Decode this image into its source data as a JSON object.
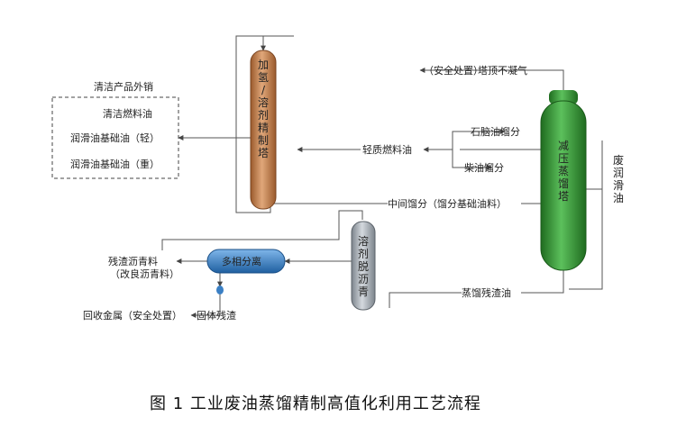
{
  "caption": "图 1 工业废油蒸馏精制高值化利用工艺流程",
  "labels": {
    "feed": "废润滑油",
    "top_gas": "塔顶不凝气",
    "safety_1": "（安全处置）",
    "naphtha": "石脑油馏分",
    "diesel": "柴油馏分",
    "light_fuel": "轻质燃料油",
    "mid_fraction": "中间馏分（馏分基础油料）",
    "residue": "蒸馏残渣油",
    "products_title": "清洁产品外销",
    "prod_fuel": "清洁燃料油",
    "prod_base_light": "润滑油基础油（轻）",
    "prod_base_heavy": "润滑油基础油（重）",
    "asphalt_1": "残渣沥青料",
    "asphalt_2": "（改良沥青料）",
    "solid": "固体残渣",
    "metal": "回收金属（安全处置）",
    "distill_tower": "减压蒸馏塔",
    "refine_tower": "加氢/溶剂精制塔",
    "deasphalt_tower": "溶剂脱沥青",
    "separator": "多相分离"
  },
  "colors": {
    "distill": "#2f8a2f",
    "refine": "#c98a5a",
    "deasphalt": "#a9b0b8",
    "separator": "#3a7fc4"
  }
}
